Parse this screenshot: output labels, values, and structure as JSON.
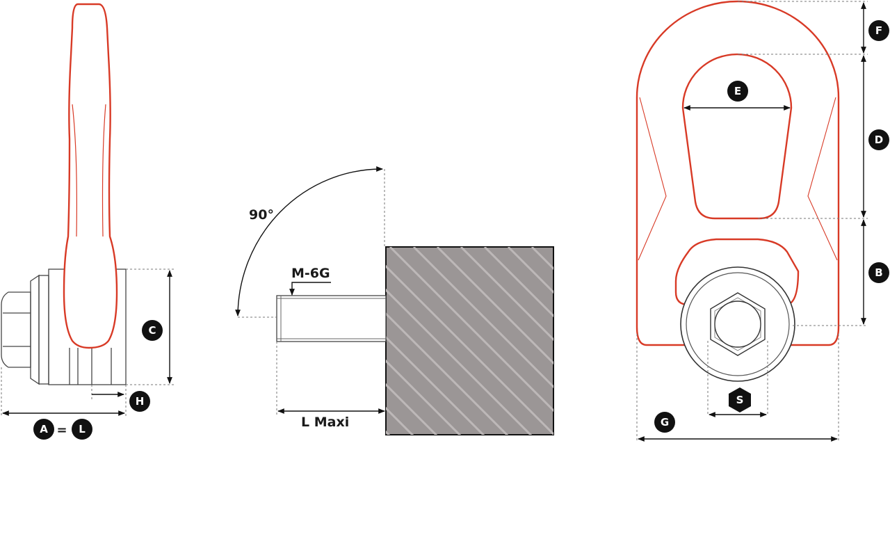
{
  "colors": {
    "accent": "#d83a26",
    "ink": "#111111",
    "block_fill": "#9b9696",
    "hatch": "#bdb8b8"
  },
  "side_view": {
    "labels": {
      "a": "A",
      "equals": "=",
      "l": "L",
      "c": "C",
      "h": "H"
    }
  },
  "mounting_view": {
    "angle_label": "90°",
    "thread_label": "M-6G",
    "length_label": "L Maxi"
  },
  "front_view": {
    "labels": {
      "f": "F",
      "e": "E",
      "d": "D",
      "b": "B",
      "s": "S",
      "g": "G"
    }
  }
}
